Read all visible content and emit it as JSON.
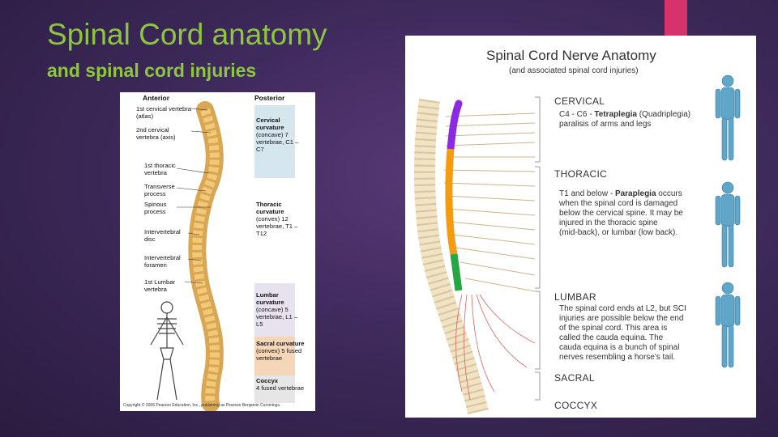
{
  "slide": {
    "title": "Spinal Cord anatomy",
    "subtitle": "and spinal cord injuries",
    "accent_color": "#d6336c",
    "title_color": "#8dc63f"
  },
  "left_figure": {
    "header_left": "Anterior",
    "header_right": "Posterior",
    "labels_left": [
      {
        "text": "1st cervical vertebra (atlas)"
      },
      {
        "text": "2nd cervical vertebra (axis)"
      },
      {
        "text": "1st thoracic vertebra"
      },
      {
        "text": "Transverse process"
      },
      {
        "text": "Spinous process"
      },
      {
        "text": "Intervertebral disc"
      },
      {
        "text": "Intervertebral foramen"
      },
      {
        "text": "1st Lumbar vertebra"
      }
    ],
    "labels_right": [
      {
        "title": "Cervical curvature",
        "detail": "(concave) 7 vertebrae, C1 – C7"
      },
      {
        "title": "Thoracic curvature",
        "detail": "(convex) 12 vertebrae, T1 – T12"
      },
      {
        "title": "Lumbar curvature",
        "detail": "(concave) 5 vertebrae, L1 – L5"
      },
      {
        "title": "Sacral curvature",
        "detail": "(convex) 5 fused vertebrae"
      },
      {
        "title": "Coccyx",
        "detail": "4 fused vertebrae"
      }
    ],
    "copyright": "Copyright © 2005 Pearson Education, Inc., publishing as Pearson Benjamin Cummings."
  },
  "right_figure": {
    "title": "Spinal Cord Nerve Anatomy",
    "subtitle": "(and associated spinal cord injuries)",
    "sections": {
      "cervical": {
        "name": "CERVICAL",
        "line1_prefix": "C4 - C6 - ",
        "line1_bold": "Tetraplegia",
        "line1_suffix": " (Quadriplegia)",
        "line2": "paralisis of arms and legs"
      },
      "thoracic": {
        "name": "THORACIC",
        "line1_prefix": "T1 and below - ",
        "line1_bold": "Paraplegia",
        "line1_suffix": " occurs",
        "lines": [
          "when the spinal cord is damaged",
          "below the cervical spine. It may be",
          "injured in the thoracic spine",
          "(mid-back), or lumbar (low back)."
        ]
      },
      "lumbar": {
        "name": "LUMBAR",
        "lines": [
          "The spinal cord ends at L2, but SCI",
          "injuries are possible below the end",
          "of the spinal cord. This area is",
          "called the cauda equina. The",
          "cauda equina is a bunch of spinal",
          "nerves resembling a horse's tail."
        ]
      },
      "sacral": {
        "name": "SACRAL"
      },
      "coccyx": {
        "name": "COCCYX"
      }
    },
    "cord_colors": {
      "cervical": "#8a2be2",
      "thoracic": "#f39c12",
      "lumbar": "#27a744"
    }
  }
}
